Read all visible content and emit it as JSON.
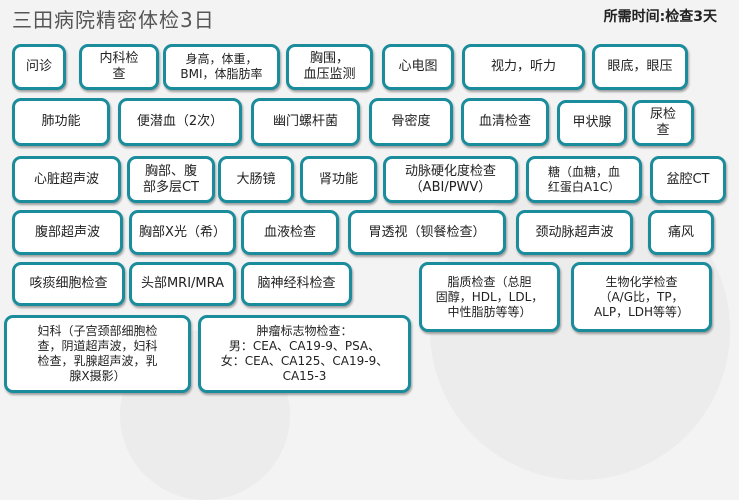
{
  "header": {
    "title": "三田病院精密体检3日",
    "duration": "所需时间:检查3天"
  },
  "items": [
    {
      "key": "wenzhen",
      "label": "问诊"
    },
    {
      "key": "neike",
      "label": "内科检\n查"
    },
    {
      "key": "shengao",
      "label": "身高，体重，\nBMI，体脂肪率"
    },
    {
      "key": "xiongwei",
      "label": "胸围，\n血压监测"
    },
    {
      "key": "xindiantu",
      "label": "心电图"
    },
    {
      "key": "shili",
      "label": "视力，听力"
    },
    {
      "key": "yandi",
      "label": "眼底，眼压"
    },
    {
      "key": "feigongneng",
      "label": "肺功能"
    },
    {
      "key": "bianqianxue",
      "label": "便潜血（2次）"
    },
    {
      "key": "youmen",
      "label": "幽门螺杆菌"
    },
    {
      "key": "gumidu",
      "label": "骨密度"
    },
    {
      "key": "xueqing",
      "label": "血清检查"
    },
    {
      "key": "jiazhuangxian",
      "label": "甲状腺"
    },
    {
      "key": "niaojiancha",
      "label": "尿检\n查"
    },
    {
      "key": "xinzang",
      "label": "心脏超声波"
    },
    {
      "key": "xiongbufubu",
      "label": "胸部、腹\n部多层CT"
    },
    {
      "key": "dachangjing",
      "label": "大肠镜"
    },
    {
      "key": "shengongneng",
      "label": "肾功能"
    },
    {
      "key": "dongmai",
      "label": "动脉硬化度检查\n（ABI/PWV）"
    },
    {
      "key": "tang",
      "label": "糖（血糖，血\n红蛋白A1C）"
    },
    {
      "key": "penqiang",
      "label": "盆腔CT"
    },
    {
      "key": "fubu",
      "label": "腹部超声波"
    },
    {
      "key": "xiongbux",
      "label": "胸部X光（希）"
    },
    {
      "key": "xueye",
      "label": "血液检查"
    },
    {
      "key": "weitoushi",
      "label": "胃透视（钡餐检查）"
    },
    {
      "key": "jingdongmai",
      "label": "颈动脉超声波"
    },
    {
      "key": "tongfeng",
      "label": "痛风"
    },
    {
      "key": "katan",
      "label": "咳痰细胞检查"
    },
    {
      "key": "toubu",
      "label": "头部MRI/MRA"
    },
    {
      "key": "naoshenjing",
      "label": "脑神经科检查"
    },
    {
      "key": "zhizhi",
      "label": "脂质检查（总胆\n固醇，HDL，LDL，\n中性脂肪等等）"
    },
    {
      "key": "shenghua",
      "label": "生物化学检查\n（A/G比，TP，\nALP，LDH等等）"
    },
    {
      "key": "fuke",
      "label": "妇科（子宫颈部细胞检\n查，阴道超声波，妇科\n检查，乳腺超声波，乳\n腺X摄影）"
    },
    {
      "key": "zhongliu",
      "label": "肿瘤标志物检查：\n男：CEA、CA19-9、PSA、\n女：CEA、CA125、CA19-9、\nCA15-3"
    }
  ],
  "colors": {
    "accent": "#1a8c9c",
    "background": "#f3f3f3",
    "box": "#ffffff"
  }
}
